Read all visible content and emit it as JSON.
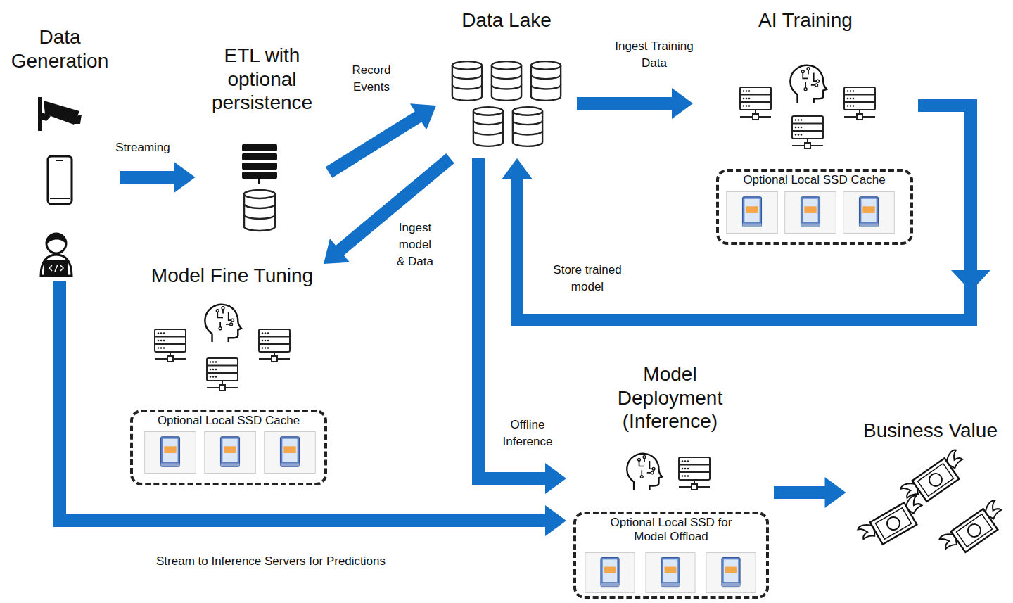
{
  "diagram": {
    "nodes": [
      {
        "text": [
          "Data Generation"
        ]
      },
      {
        "text": [
          "ETL with optional persistence"
        ]
      },
      {
        "text": [
          "Data Lake"
        ]
      },
      {
        "text": [
          "AI Training"
        ]
      },
      {
        "text": [
          "Optional Local SSD Cache"
        ],
        "in": 3
      },
      {
        "text": [
          "Model Fine Tuning"
        ]
      },
      {
        "text": [
          "Optional Local SSD Cache"
        ],
        "in": 5
      },
      {
        "text": [
          "Model Deployment (Inference)"
        ]
      },
      {
        "text": [
          "Optional Local SSD for Model Offload"
        ],
        "in": 7
      },
      {
        "text": [
          "Business Value"
        ]
      }
    ],
    "edges": [
      {
        "from": 0,
        "to": 1,
        "label": "Streaming",
        "arrow": "to"
      },
      {
        "from": 1,
        "to": 2,
        "label": "Record Events",
        "arrow": "to"
      },
      {
        "from": 2,
        "to": 3,
        "label": "Ingest Training Data",
        "arrow": "to"
      },
      {
        "from": 3,
        "to": 2,
        "label": "Store trained model",
        "arrow": "to"
      },
      {
        "from": 2,
        "to": 5,
        "label": "Ingest model & Data",
        "arrow": "to"
      },
      {
        "from": 2,
        "to": 7,
        "label": "Offline Inference",
        "arrow": "to"
      },
      {
        "from": 0,
        "to": 7,
        "label": "Stream to Inference Servers for Predictions",
        "arrow": "to"
      },
      {
        "from": 7,
        "to": 9,
        "arrow": "to"
      }
    ]
  }
}
